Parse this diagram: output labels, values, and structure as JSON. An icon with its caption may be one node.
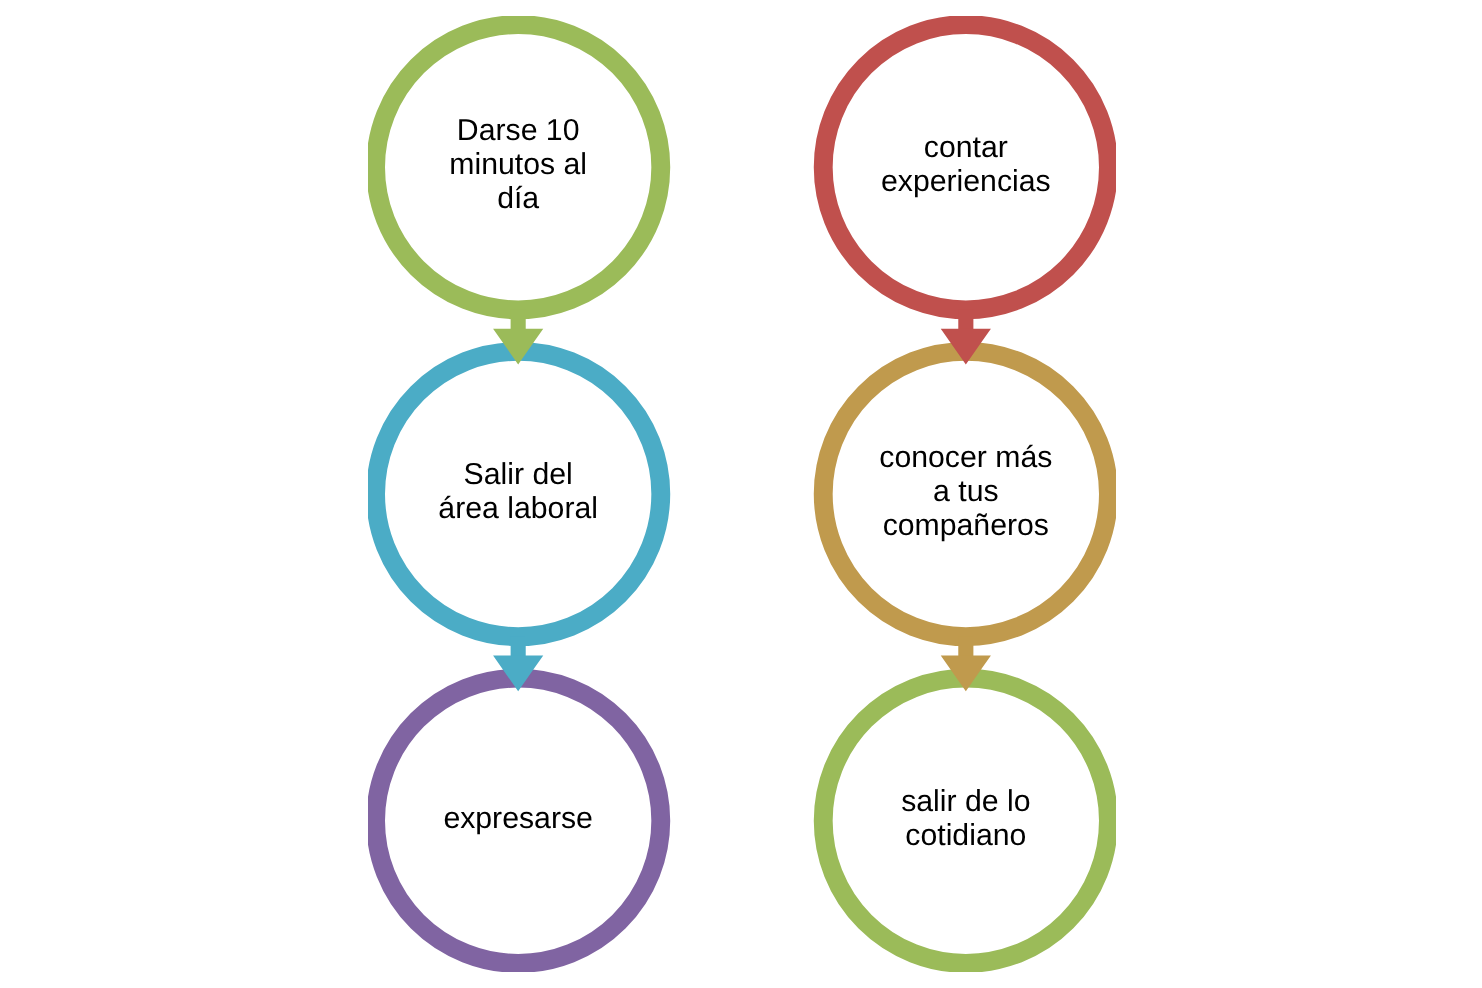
{
  "diagram": {
    "nodes": [
      {
        "text": [
          "Darse 10 minutos al día"
        ]
      },
      {
        "text": [
          "Salir del área laboral"
        ]
      },
      {
        "text": [
          "expresarse"
        ]
      },
      {
        "text": [
          "contar experiencias"
        ]
      },
      {
        "text": [
          "conocer más a tus compañeros"
        ]
      },
      {
        "text": [
          "salir de lo cotidiano"
        ]
      }
    ],
    "edges": [
      {
        "from": 0,
        "to": 1,
        "arrow": "to",
        "color": "#9bbb59"
      },
      {
        "from": 1,
        "to": 2,
        "arrow": "to",
        "color": "#4bacc6"
      },
      {
        "from": 3,
        "to": 4,
        "arrow": "to",
        "color": "#c0504d"
      },
      {
        "from": 4,
        "to": 5,
        "arrow": "to",
        "color": "#c09a4d"
      }
    ]
  }
}
